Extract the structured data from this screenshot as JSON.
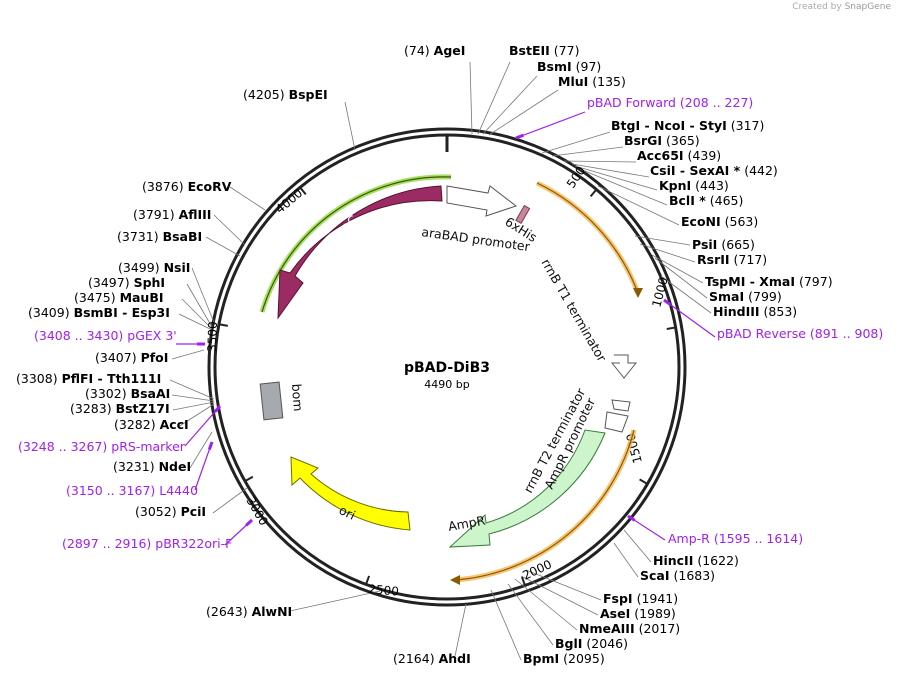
{
  "credit": {
    "prefix": "Created by",
    "brand": "SnapGene"
  },
  "plasmid": {
    "name": "pBAD-DiB3",
    "length": "4490 bp"
  },
  "sites": [
    {
      "pos": "(74)",
      "name": "AgeI",
      "posFirst": true
    },
    {
      "pos": "(77)",
      "name": "BstEII"
    },
    {
      "pos": "(97)",
      "name": "BsmI"
    },
    {
      "pos": "(135)",
      "name": "MluI"
    },
    {
      "pos": "(208 .. 227)",
      "name": "pBAD Forward",
      "primer": true
    },
    {
      "pos": "(317)",
      "name": "BtgI  -  NcoI  -  StyI"
    },
    {
      "pos": "(365)",
      "name": "BsrGI"
    },
    {
      "pos": "(439)",
      "name": "Acc65I"
    },
    {
      "pos": "(442)",
      "name": "CsiI  -  SexAI *"
    },
    {
      "pos": "(443)",
      "name": "KpnI"
    },
    {
      "pos": "(465)",
      "name": "BclI *"
    },
    {
      "pos": "(563)",
      "name": "EcoNI"
    },
    {
      "pos": "(665)",
      "name": "PsiI"
    },
    {
      "pos": "(717)",
      "name": "RsrII"
    },
    {
      "pos": "(797)",
      "name": "TspMI  -  XmaI"
    },
    {
      "pos": "(799)",
      "name": "SmaI"
    },
    {
      "pos": "(853)",
      "name": "HindIII"
    },
    {
      "pos": "(891 .. 908)",
      "name": "pBAD Reverse",
      "primer": true
    },
    {
      "pos": "(1595 .. 1614)",
      "name": "Amp-R",
      "primer": true
    },
    {
      "pos": "(1622)",
      "name": "HincII"
    },
    {
      "pos": "(1683)",
      "name": "ScaI"
    },
    {
      "pos": "(1941)",
      "name": "FspI"
    },
    {
      "pos": "(1989)",
      "name": "AseI"
    },
    {
      "pos": "(2017)",
      "name": "NmeAIII"
    },
    {
      "pos": "(2046)",
      "name": "BglI"
    },
    {
      "pos": "(2095)",
      "name": "BpmI"
    },
    {
      "pos": "(2164)",
      "name": "AhdI",
      "posFirst": true
    },
    {
      "pos": "(2643)",
      "name": "AlwNI",
      "posFirst": true
    },
    {
      "pos": "(2897 .. 2916)",
      "name": "pBR322ori-F",
      "primer": true,
      "posFirst": true
    },
    {
      "pos": "(3052)",
      "name": "PciI",
      "posFirst": true
    },
    {
      "pos": "(3150 .. 3167)",
      "name": "L4440",
      "primer": true,
      "posFirst": true
    },
    {
      "pos": "(3231)",
      "name": "NdeI",
      "posFirst": true
    },
    {
      "pos": "(3248 .. 3267)",
      "name": "pRS-marker",
      "primer": true,
      "posFirst": true
    },
    {
      "pos": "(3282)",
      "name": "AccI",
      "posFirst": true
    },
    {
      "pos": "(3283)",
      "name": "BstZ17I",
      "posFirst": true
    },
    {
      "pos": "(3302)",
      "name": "BsaAI",
      "posFirst": true
    },
    {
      "pos": "(3308)",
      "name": "PflFI  -  Tth111I",
      "posFirst": true
    },
    {
      "pos": "(3407)",
      "name": "PfoI",
      "posFirst": true
    },
    {
      "pos": "(3408 .. 3430)",
      "name": "pGEX 3'",
      "primer": true,
      "posFirst": true
    },
    {
      "pos": "(3409)",
      "name": "BsmBI  -  Esp3I",
      "posFirst": true
    },
    {
      "pos": "(3475)",
      "name": "MauBI",
      "posFirst": true
    },
    {
      "pos": "(3497)",
      "name": "SphI",
      "posFirst": true
    },
    {
      "pos": "(3499)",
      "name": "NsiI",
      "posFirst": true
    },
    {
      "pos": "(3731)",
      "name": "BsaBI",
      "posFirst": true
    },
    {
      "pos": "(3791)",
      "name": "AflIII",
      "posFirst": true
    },
    {
      "pos": "(3876)",
      "name": "EcoRV",
      "posFirst": true
    },
    {
      "pos": "(4205)",
      "name": "BspEI",
      "posFirst": true
    }
  ],
  "features": {
    "araC": "araC",
    "araBAD_promoter": "araBAD promoter",
    "his": "6xHis",
    "rrnB_T1": "rrnB T1 terminator",
    "rrnB_T2": "rrnB T2 terminator",
    "AmpR_promoter": "AmpR promoter",
    "AmpR": "AmpR",
    "ori": "ori",
    "bom": "bom"
  },
  "ticks": [
    "500",
    "1000",
    "1500",
    "2000",
    "2500",
    "3000",
    "3500",
    "4000"
  ],
  "colors": {
    "araC": "#9b2c63",
    "araC_highlight": "#7ed321",
    "AmpR": "#ccf5cc",
    "ori": "#ffff00",
    "bom": "#a6a9ad",
    "his": "#c8869c",
    "highlight_orange": "#f5b041",
    "primer": "#a020f0"
  }
}
